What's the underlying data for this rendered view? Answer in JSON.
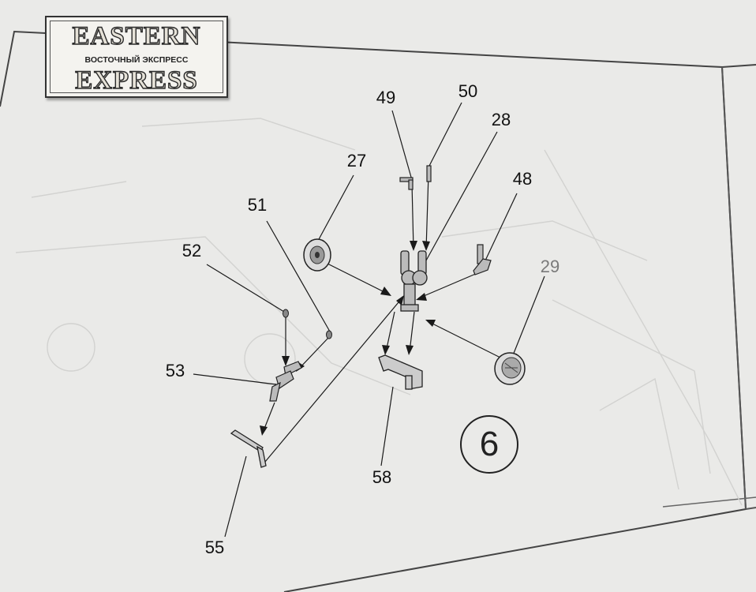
{
  "logo": {
    "line1": "EASTERN",
    "line2": "ВОСТОЧНЫЙ ЭКСПРЕСС",
    "line3": "EXPRESS"
  },
  "step_number": "6",
  "callouts": {
    "p27": "27",
    "p28": "28",
    "p29": "29",
    "p48": "48",
    "p49": "49",
    "p50": "50",
    "p51": "51",
    "p52": "52",
    "p53": "53",
    "p55": "55",
    "p58": "58"
  }
}
